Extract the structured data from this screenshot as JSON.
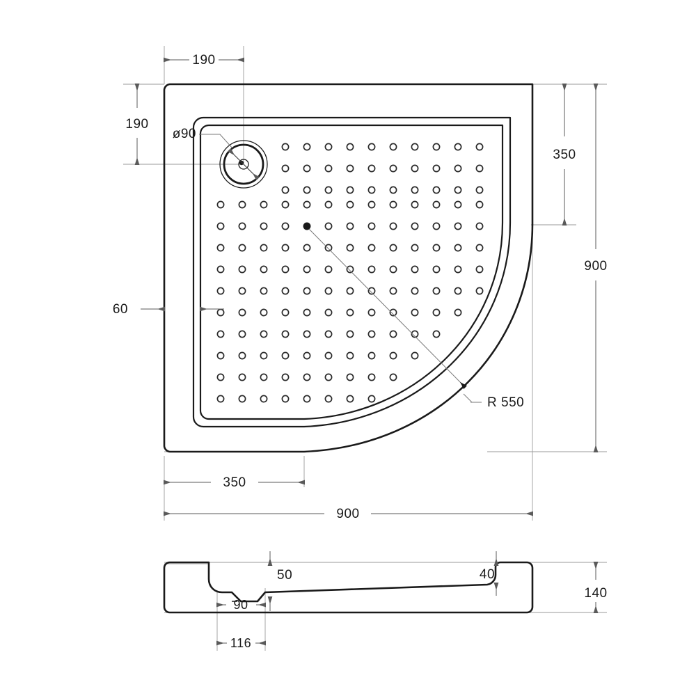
{
  "drawing": {
    "title": "Quadrant Shower Tray Technical Drawing",
    "units": "mm",
    "line_color": "#1a1a1a",
    "dim_line_color": "#8a8a8a",
    "background": "#ffffff",
    "plan_view": {
      "name": "plan-view",
      "dimensions": {
        "drain_offset_x": "190",
        "drain_offset_y": "190",
        "drain_diameter": "ø90",
        "wall_thickness": "60",
        "corner_tangent_x": "350",
        "corner_tangent_y": "350",
        "overall_width": "900",
        "overall_depth": "900",
        "corner_radius": "R 550"
      }
    },
    "section_view": {
      "name": "section-view",
      "dimensions": {
        "drain_recess_depth": "50",
        "drain_recess_width": "90",
        "drain_offset_from_edge": "116",
        "lip_height": "40",
        "overall_height": "140"
      }
    }
  }
}
